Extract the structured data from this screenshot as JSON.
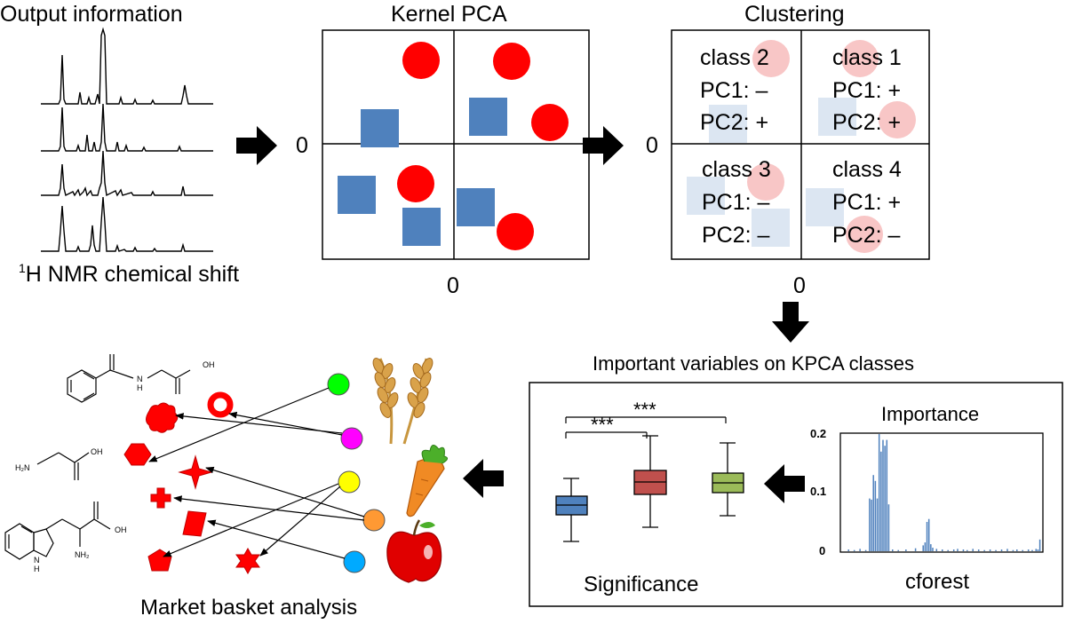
{
  "panels": {
    "nmr": {
      "title": "Output information",
      "caption_superscript": "1",
      "caption": "H NMR chemical shift"
    },
    "kpca": {
      "title": "Kernel PCA",
      "x_zero": "0",
      "y_zero": "0"
    },
    "clustering": {
      "title": "Clustering",
      "x_zero": "0",
      "y_zero": "0",
      "classes": [
        {
          "name": "class 2",
          "pc1": "PC1: –",
          "pc2": "PC2: +"
        },
        {
          "name": "class 1",
          "pc1": "PC1: +",
          "pc2": "PC2: +"
        },
        {
          "name": "class 3",
          "pc1": "PC1: –",
          "pc2": "PC2: –"
        },
        {
          "name": "class 4",
          "pc1": "PC1: +",
          "pc2": "PC2: –"
        }
      ]
    },
    "important": {
      "title": "Important variables on KPCA classes",
      "significance_label": "Significance",
      "stars_top": "***",
      "stars_bottom": "***",
      "importance_title": "Importance",
      "cforest_label": "cforest",
      "y_ticks": [
        "0.2",
        "0.1",
        "0"
      ]
    },
    "market": {
      "title": "Market basket analysis",
      "chem_labels": {
        "hippuric_oh": "OH",
        "hippuric_nh": "N",
        "hippuric_h": "H",
        "glycine_nh2": "H₂N",
        "glycine_oh": "OH",
        "trp_oh": "OH",
        "trp_nh2": "NH₂",
        "trp_nh": "N",
        "trp_h": "H"
      }
    }
  },
  "colors": {
    "red": "#ff0000",
    "blue": "#4f81bd",
    "light_red": "#f8c6c6",
    "light_blue": "#dce6f2",
    "box_blue": "#4f81bd",
    "box_red": "#c0504d",
    "box_green": "#9bbb59",
    "bar_blue": "#4f81bd"
  },
  "chart_data": {
    "type": "bar",
    "title": "Importance",
    "xlabel": "cforest",
    "ylim": [
      0,
      0.2
    ],
    "yticks": [
      0,
      0.1,
      0.2
    ],
    "values": [
      0,
      0,
      0,
      0.003,
      0,
      0,
      0.002,
      0,
      0,
      0.004,
      0,
      0,
      0.002,
      0,
      0.09,
      0.088,
      0.13,
      0.12,
      0.09,
      0.2,
      0.17,
      0.19,
      0.18,
      0.19,
      0.08,
      0,
      0.003,
      0,
      0,
      0.002,
      0,
      0,
      0,
      0.003,
      0,
      0,
      0,
      0,
      0.005,
      0,
      0,
      0,
      0.01,
      0.015,
      0.05,
      0.055,
      0.012,
      0.006,
      0,
      0.004,
      0,
      0,
      0.003,
      0,
      0,
      0.002,
      0,
      0,
      0.003,
      0,
      0.004,
      0,
      0,
      0.003,
      0,
      0.002,
      0,
      0,
      0.004,
      0,
      0,
      0.003,
      0,
      0,
      0.002,
      0,
      0,
      0.003,
      0,
      0,
      0.002,
      0,
      0,
      0.003,
      0,
      0,
      0.004,
      0,
      0,
      0.002,
      0,
      0.003,
      0,
      0,
      0.002,
      0,
      0,
      0.003,
      0,
      0.002,
      0,
      0.004,
      0.003,
      0.02
    ]
  }
}
